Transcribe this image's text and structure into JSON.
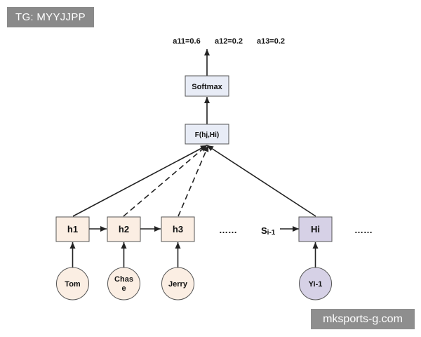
{
  "watermarks": {
    "top": "TG: MYYJJPP",
    "bottom": "mksports-g.com"
  },
  "attention_weights": [
    "a11=0.6",
    "a12=0.2",
    "a13=0.2"
  ],
  "softmax_label": "Softmax",
  "score_label": "F(hj,Hi)",
  "encoder_states": [
    "h1",
    "h2",
    "h3"
  ],
  "encoder_ellipsis": "……",
  "decoder": {
    "prev_state_prefix": "S",
    "prev_state_subscript": "i-1",
    "state": "Hi",
    "ellipsis": "……",
    "input": "Yi-1"
  },
  "inputs": {
    "tom": "Tom",
    "chase_line1": "Chas",
    "chase_line2": "e",
    "jerry": "Jerry"
  },
  "colors": {
    "encoder_box": "#fbeee3",
    "decoder_box": "#d6d1e6",
    "func_box": "#e8ecf6",
    "input_circle": "#fbeee3",
    "decoder_input_circle": "#d6d1e6",
    "stroke": "#222222"
  }
}
